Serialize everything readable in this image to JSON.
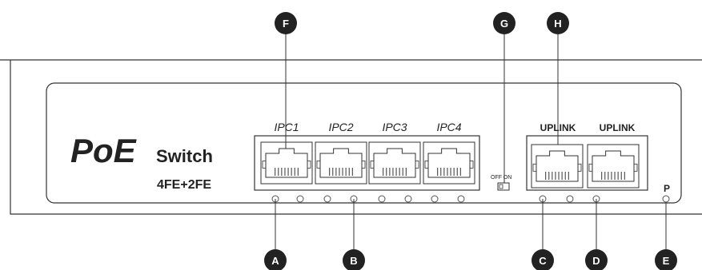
{
  "brand": {
    "title": "PoE",
    "subtitle": "Switch",
    "model": "4FE+2FE"
  },
  "ports": {
    "poe": [
      "IPC1",
      "IPC2",
      "IPC3",
      "IPC4"
    ],
    "uplink": [
      "UPLINK",
      "UPLINK"
    ]
  },
  "dip_switch": {
    "off_label": "OFF",
    "on_label": "ON"
  },
  "power_led_label": "P",
  "callouts": {
    "top": [
      "F",
      "G",
      "H"
    ],
    "bottom": [
      "A",
      "B",
      "C",
      "D",
      "E"
    ]
  },
  "colors": {
    "line": "#333333",
    "callout_fill": "#222222",
    "callout_text": "#ffffff"
  }
}
